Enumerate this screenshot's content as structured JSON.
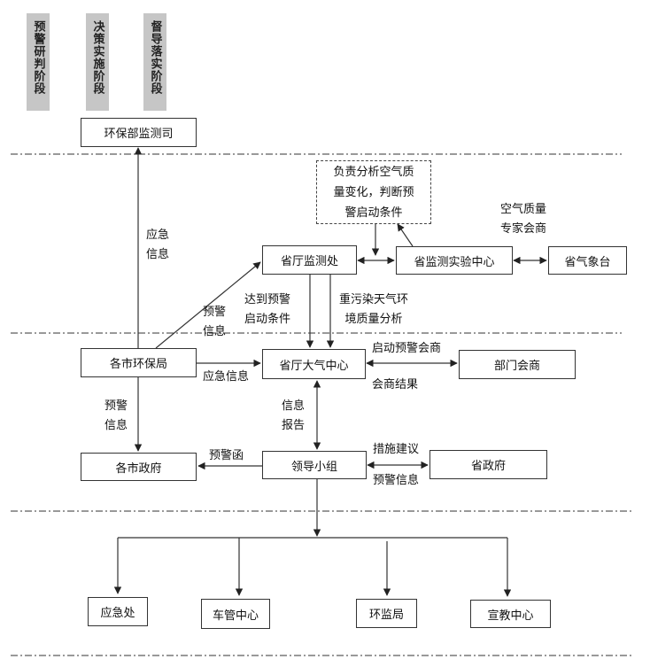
{
  "stages": [
    {
      "label": "预警研判阶段"
    },
    {
      "label": "决策实施阶段"
    },
    {
      "label": "督导落实阶段"
    }
  ],
  "nodes": {
    "ministry": "环保部监测司",
    "note": [
      "负责分析空气质",
      "量变化，判断预",
      "警启动条件"
    ],
    "prov_monitor_office": "省厅监测处",
    "prov_lab_center": "省监测实验中心",
    "prov_meteo": "省气象台",
    "city_epb": "各市环保局",
    "prov_air_center": "省厅大气中心",
    "dept_consult": "部门会商",
    "city_gov": "各市政府",
    "leading_group": "领导小组",
    "prov_gov": "省政府",
    "emergency_office": "应急处",
    "vehicle_center": "车管中心",
    "env_bureau": "环监局",
    "publicity_center": "宣教中心"
  },
  "edge_labels": {
    "emergency_info_up": [
      "应急",
      "信息"
    ],
    "expert_consult": [
      "空气质量",
      "专家会商"
    ],
    "warning_info_diag": [
      "预警",
      "信息"
    ],
    "reach_warning": [
      "达到预警",
      "启动条件"
    ],
    "heavy_pollution": [
      "重污染天气环",
      "境质量分析"
    ],
    "emergency_info_right": "应急信息",
    "start_consult": "启动预警会商",
    "consult_result": "会商结果",
    "warning_info_down": [
      "预警",
      "信息"
    ],
    "info_report": [
      "信息",
      "报告"
    ],
    "warning_letter": "预警函",
    "measures": "措施建议",
    "warning_info_gov": "预警信息"
  },
  "colors": {
    "stage_bg": "#c6c6c6",
    "line": "#333333"
  }
}
